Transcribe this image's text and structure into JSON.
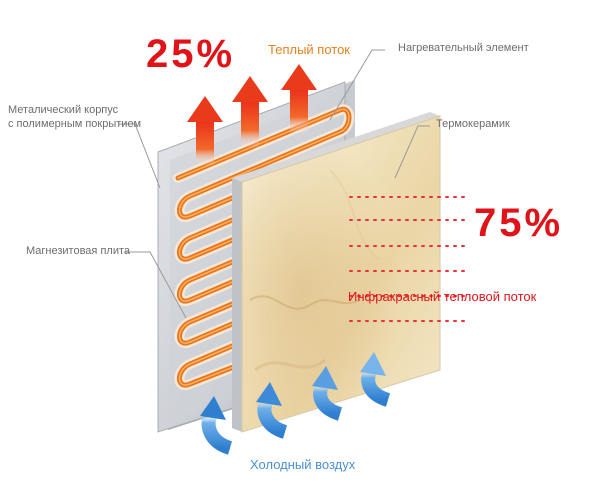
{
  "title_percent_top": "25%",
  "title_percent_right": "75%",
  "labels": {
    "warm_flow": "Теплый поток",
    "heating_element": "Нагревательный элемент",
    "metal_case_line1": "Металический корпус",
    "metal_case_line2": "с полимерным покрытием",
    "thermoceramic": "Термокерамик",
    "magnesite_plate": "Магнезитовая плита",
    "infrared_flow": "Инфракрасный тепловой поток",
    "cold_air": "Холодный воздух"
  },
  "colors": {
    "accent_red": "#e01418",
    "warm_orange": "#e4811e",
    "cold_blue": "#4a8fd6",
    "label_grey": "#6d6d6d"
  }
}
